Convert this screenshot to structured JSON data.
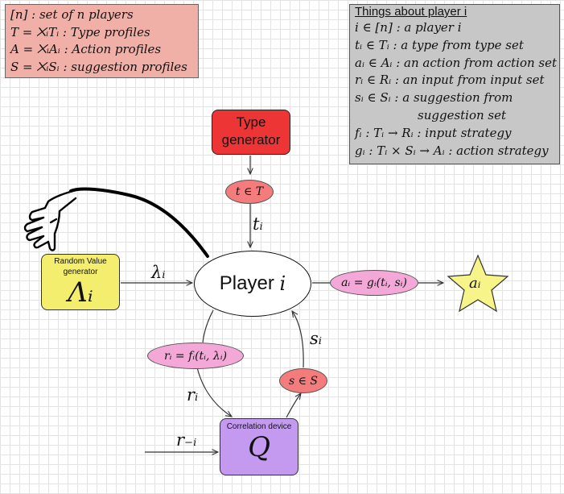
{
  "definitions": [
    "[n] : set of n players",
    "T = ⨉ᵢTᵢ : Type profiles",
    "A = ⨉ᵢAᵢ : Action profiles",
    "S = ⨉ᵢSᵢ : suggestion profiles"
  ],
  "things": {
    "title": "Things about player i",
    "lines": [
      "i ∈ [n] : a player i",
      "tᵢ ∈ Tᵢ : a type from type set",
      "aᵢ ∈ Aᵢ : an action from action set",
      "rᵢ ∈ Rᵢ : an input from input set",
      "sᵢ ∈ Sᵢ : a suggestion from",
      "suggestion set",
      "fᵢ : Tᵢ → Rᵢ : input strategy",
      "gᵢ : Tᵢ × Sᵢ → Aᵢ : action strategy"
    ]
  },
  "nodes": {
    "type_generator": "Type generator",
    "random_value_label": "Random Value generator",
    "random_value_symbol": "Λᵢ",
    "correlation_label": "Correlation device",
    "correlation_symbol": "Q",
    "player": "Player",
    "player_var": "i",
    "type_draw": "t ∈ T",
    "action_eq": "aᵢ = gᵢ(tᵢ, sᵢ)",
    "action_star": "aᵢ",
    "input_eq": "rᵢ = fᵢ(tᵢ, λᵢ)",
    "suggestion_draw": "s ∈ S"
  },
  "edge_labels": {
    "t_i": "tᵢ",
    "lambda_i": "λᵢ",
    "r_i": "rᵢ",
    "s_i": "sᵢ",
    "r_minus_i": "r₋ᵢ"
  },
  "colors": {
    "definitions_bg": "#f0b0a8",
    "things_bg": "#c7c7c7",
    "type_generator": "#ee3535",
    "random_value": "#f4ee6e",
    "correlation": "#c49af0",
    "pink_oval": "#f3a8d8",
    "salmon_oval": "#f57c7c",
    "star": "#f7f58a"
  }
}
